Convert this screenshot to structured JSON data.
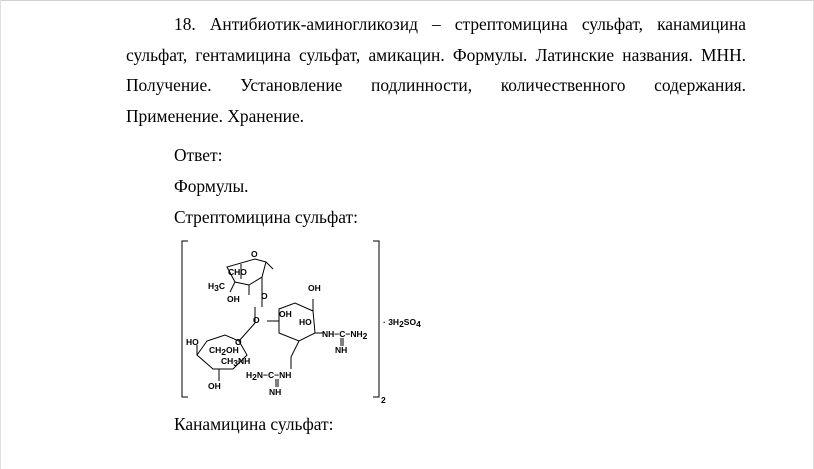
{
  "question": {
    "text": "18. Антибиотик-аминогликозид – стрептомицина сульфат, канамицина сульфат, гентамицина сульфат, амикацин. Формулы. Латинские названия. МНН. Получение. Установление подлинности, количественного содержания. Применение. Хранение."
  },
  "answer_label": "Ответ:",
  "formulas_label": "Формулы.",
  "streptomycin": {
    "label": "Стрептомицина сульфат:",
    "atoms": {
      "o_ring1": "O",
      "cho": "CHO",
      "h3c": "H",
      "h3c_sub": "3",
      "h3c_c": "C",
      "oh1": "OH",
      "o_bridge1": "O",
      "oh2": "OH",
      "oh3": "OH",
      "ho1": "HO",
      "o_bridge2": "O",
      "nh_c_nh2": "NH−C−NH",
      "nh2_sub": "2",
      "nh1": "NH",
      "ho2": "HO",
      "o_ring3": "O",
      "ch2oh": "CH",
      "ch2oh_sub": "2",
      "ch2oh_end": "OH",
      "ch3nh": "CH",
      "ch3nh_sub": "3",
      "ch3nh_end": "NH",
      "h2n_c_nh": "H",
      "h2n_sub": "2",
      "h2n_end": "N−C−NH",
      "oh4": "OH",
      "nh2": "NH",
      "sulfate": "· 3H",
      "sulfate_sub1": "2",
      "sulfate_mid": "SO",
      "sulfate_sub2": "4",
      "bracket_sub": "2"
    }
  },
  "kanamycin": {
    "label": "Канамицина сульфат:"
  }
}
